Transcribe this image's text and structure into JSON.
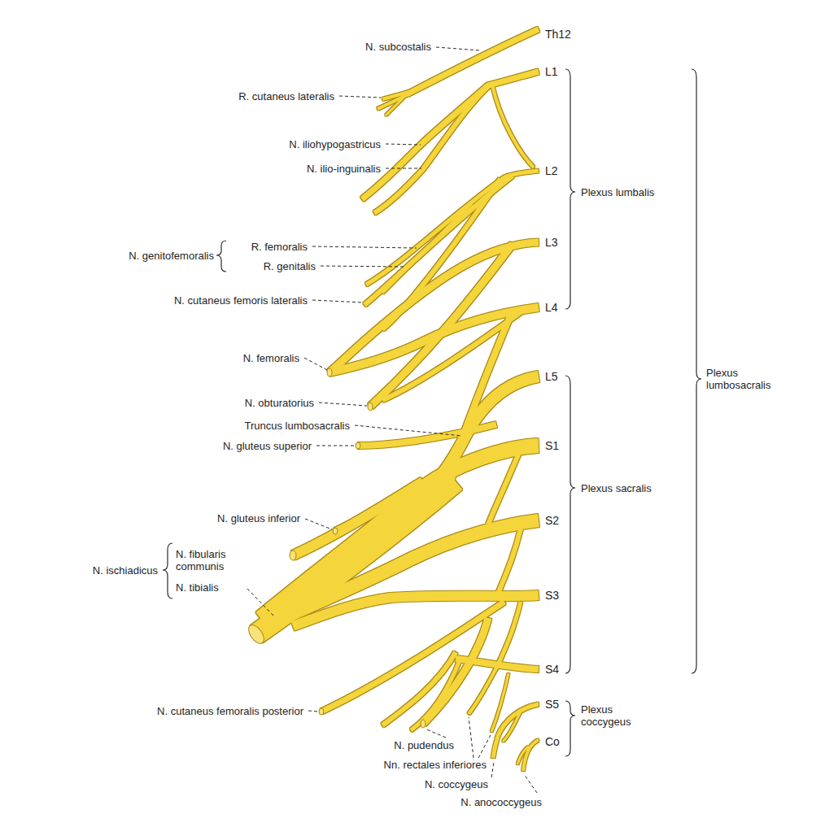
{
  "diagram": {
    "labels": [
      "Th12",
      "N. subcostalis",
      "R. cutaneus lateralis",
      "L1",
      "N. iliohypogastricus",
      "N. ilio-inguinalis",
      "L2",
      "Plexus lumbalis",
      "N. genitofemoralis",
      "R. femoralis",
      "R. genitalis",
      "L3",
      "N. cutaneus femoris lateralis",
      "L4",
      "Plexus lumbosacralis",
      "N. femoralis",
      "L5",
      "N. obturatorius",
      "Truncus lumbosacralis",
      "N. gluteus superior",
      "S1",
      "Plexus sacralis",
      "N. gluteus inferior",
      "S2",
      "N. ischiadicus",
      "N. fibularis communis",
      "N. tibialis",
      "S3",
      "S4",
      "N. cutaneus femoralis posterior",
      "S5",
      "Plexus coccygeus",
      "N. pudendus",
      "Co",
      "Nn. rectales inferiores",
      "N. coccygeus",
      "N. anococcygeus"
    ]
  }
}
